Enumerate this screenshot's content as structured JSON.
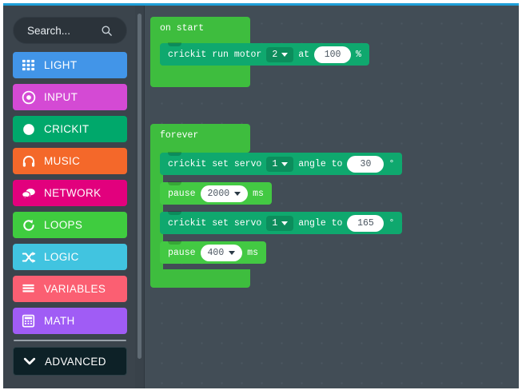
{
  "app": {
    "accent_top_border": "#1e9fd8",
    "canvas_bg": "#424d56",
    "toolbox_bg": "#3b444c"
  },
  "search": {
    "placeholder": "Search...",
    "value": "",
    "icon": "search-icon"
  },
  "toolbox": {
    "categories": [
      {
        "label": "LIGHT",
        "color": "#4295e8",
        "icon": "grid-icon"
      },
      {
        "label": "INPUT",
        "color": "#d44ad4",
        "icon": "target-circle-icon"
      },
      {
        "label": "CRICKIT",
        "color": "#00a86b",
        "icon": "filled-circle-icon"
      },
      {
        "label": "MUSIC",
        "color": "#f4682a",
        "icon": "headphones-icon"
      },
      {
        "label": "NETWORK",
        "color": "#e2007d",
        "icon": "speech-bubbles-icon"
      },
      {
        "label": "LOOPS",
        "color": "#3fcc3f",
        "icon": "refresh-arrow-icon"
      },
      {
        "label": "LOGIC",
        "color": "#41c4e0",
        "icon": "shuffle-icon"
      },
      {
        "label": "VARIABLES",
        "color": "#fb5f72",
        "icon": "stacked-bars-icon"
      },
      {
        "label": "MATH",
        "color": "#a05cf5",
        "icon": "calculator-icon"
      }
    ],
    "advanced": {
      "label": "ADVANCED",
      "icon": "chevron-down-icon",
      "color": "#0d2127"
    }
  },
  "workspace": {
    "colors": {
      "event_green": "#3ebd3e",
      "crickit_teal": "#0fa86e",
      "loops_green": "#43c943"
    },
    "scripts": [
      {
        "name": "on-start-script",
        "hat_label": "on start",
        "statements": [
          {
            "name": "crickit-run-motor",
            "parts": [
              {
                "type": "text",
                "value": "crickit run motor"
              },
              {
                "type": "dropdown",
                "value": "2"
              },
              {
                "type": "text",
                "value": "at"
              },
              {
                "type": "number",
                "value": "100"
              },
              {
                "type": "text",
                "value": "%"
              }
            ]
          }
        ]
      },
      {
        "name": "forever-script",
        "hat_label": "forever",
        "statements": [
          {
            "name": "crickit-set-servo-1",
            "parts": [
              {
                "type": "text",
                "value": "crickit set servo"
              },
              {
                "type": "dropdown",
                "value": "1"
              },
              {
                "type": "text",
                "value": "angle to"
              },
              {
                "type": "number",
                "value": "30"
              },
              {
                "type": "text",
                "value": "°"
              }
            ]
          },
          {
            "name": "pause-2000",
            "parts": [
              {
                "type": "text",
                "value": "pause"
              },
              {
                "type": "pill",
                "value": "2000"
              },
              {
                "type": "text",
                "value": "ms"
              }
            ]
          },
          {
            "name": "crickit-set-servo-2",
            "parts": [
              {
                "type": "text",
                "value": "crickit set servo"
              },
              {
                "type": "dropdown",
                "value": "1"
              },
              {
                "type": "text",
                "value": "angle to"
              },
              {
                "type": "number",
                "value": "165"
              },
              {
                "type": "text",
                "value": "°"
              }
            ]
          },
          {
            "name": "pause-400",
            "parts": [
              {
                "type": "text",
                "value": "pause"
              },
              {
                "type": "pill",
                "value": "400"
              },
              {
                "type": "text",
                "value": "ms"
              }
            ]
          }
        ]
      }
    ]
  }
}
